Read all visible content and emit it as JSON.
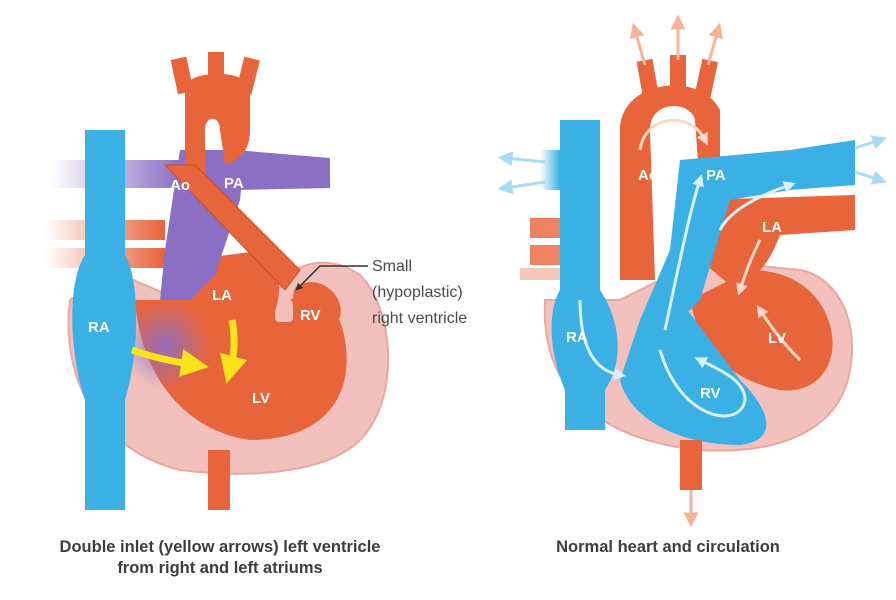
{
  "left_diagram": {
    "labels": {
      "ao": "Ao",
      "pa": "PA",
      "la": "LA",
      "ra": "RA",
      "rv": "RV",
      "lv": "LV"
    },
    "callout_lines": [
      "Small",
      "(hypoplastic)",
      "right ventricle"
    ],
    "caption_lines": [
      "Double inlet (yellow arrows) left ventricle",
      "from right and left atriums"
    ]
  },
  "right_diagram": {
    "labels": {
      "ao": "Ao",
      "pa": "PA",
      "la": "LA",
      "ra": "RA",
      "rv": "RV",
      "lv": "LV"
    },
    "caption": "Normal heart and circulation"
  },
  "colors": {
    "oxygenated": "#e8643a",
    "deoxygenated": "#3bb0e4",
    "mixed": "#8a6fc4",
    "muscle": "#f3c1bd",
    "muscle_outline": "#e9a8a2",
    "arrow_highlight": "#f7e21b",
    "flow_arrow": "#f5b49a"
  }
}
